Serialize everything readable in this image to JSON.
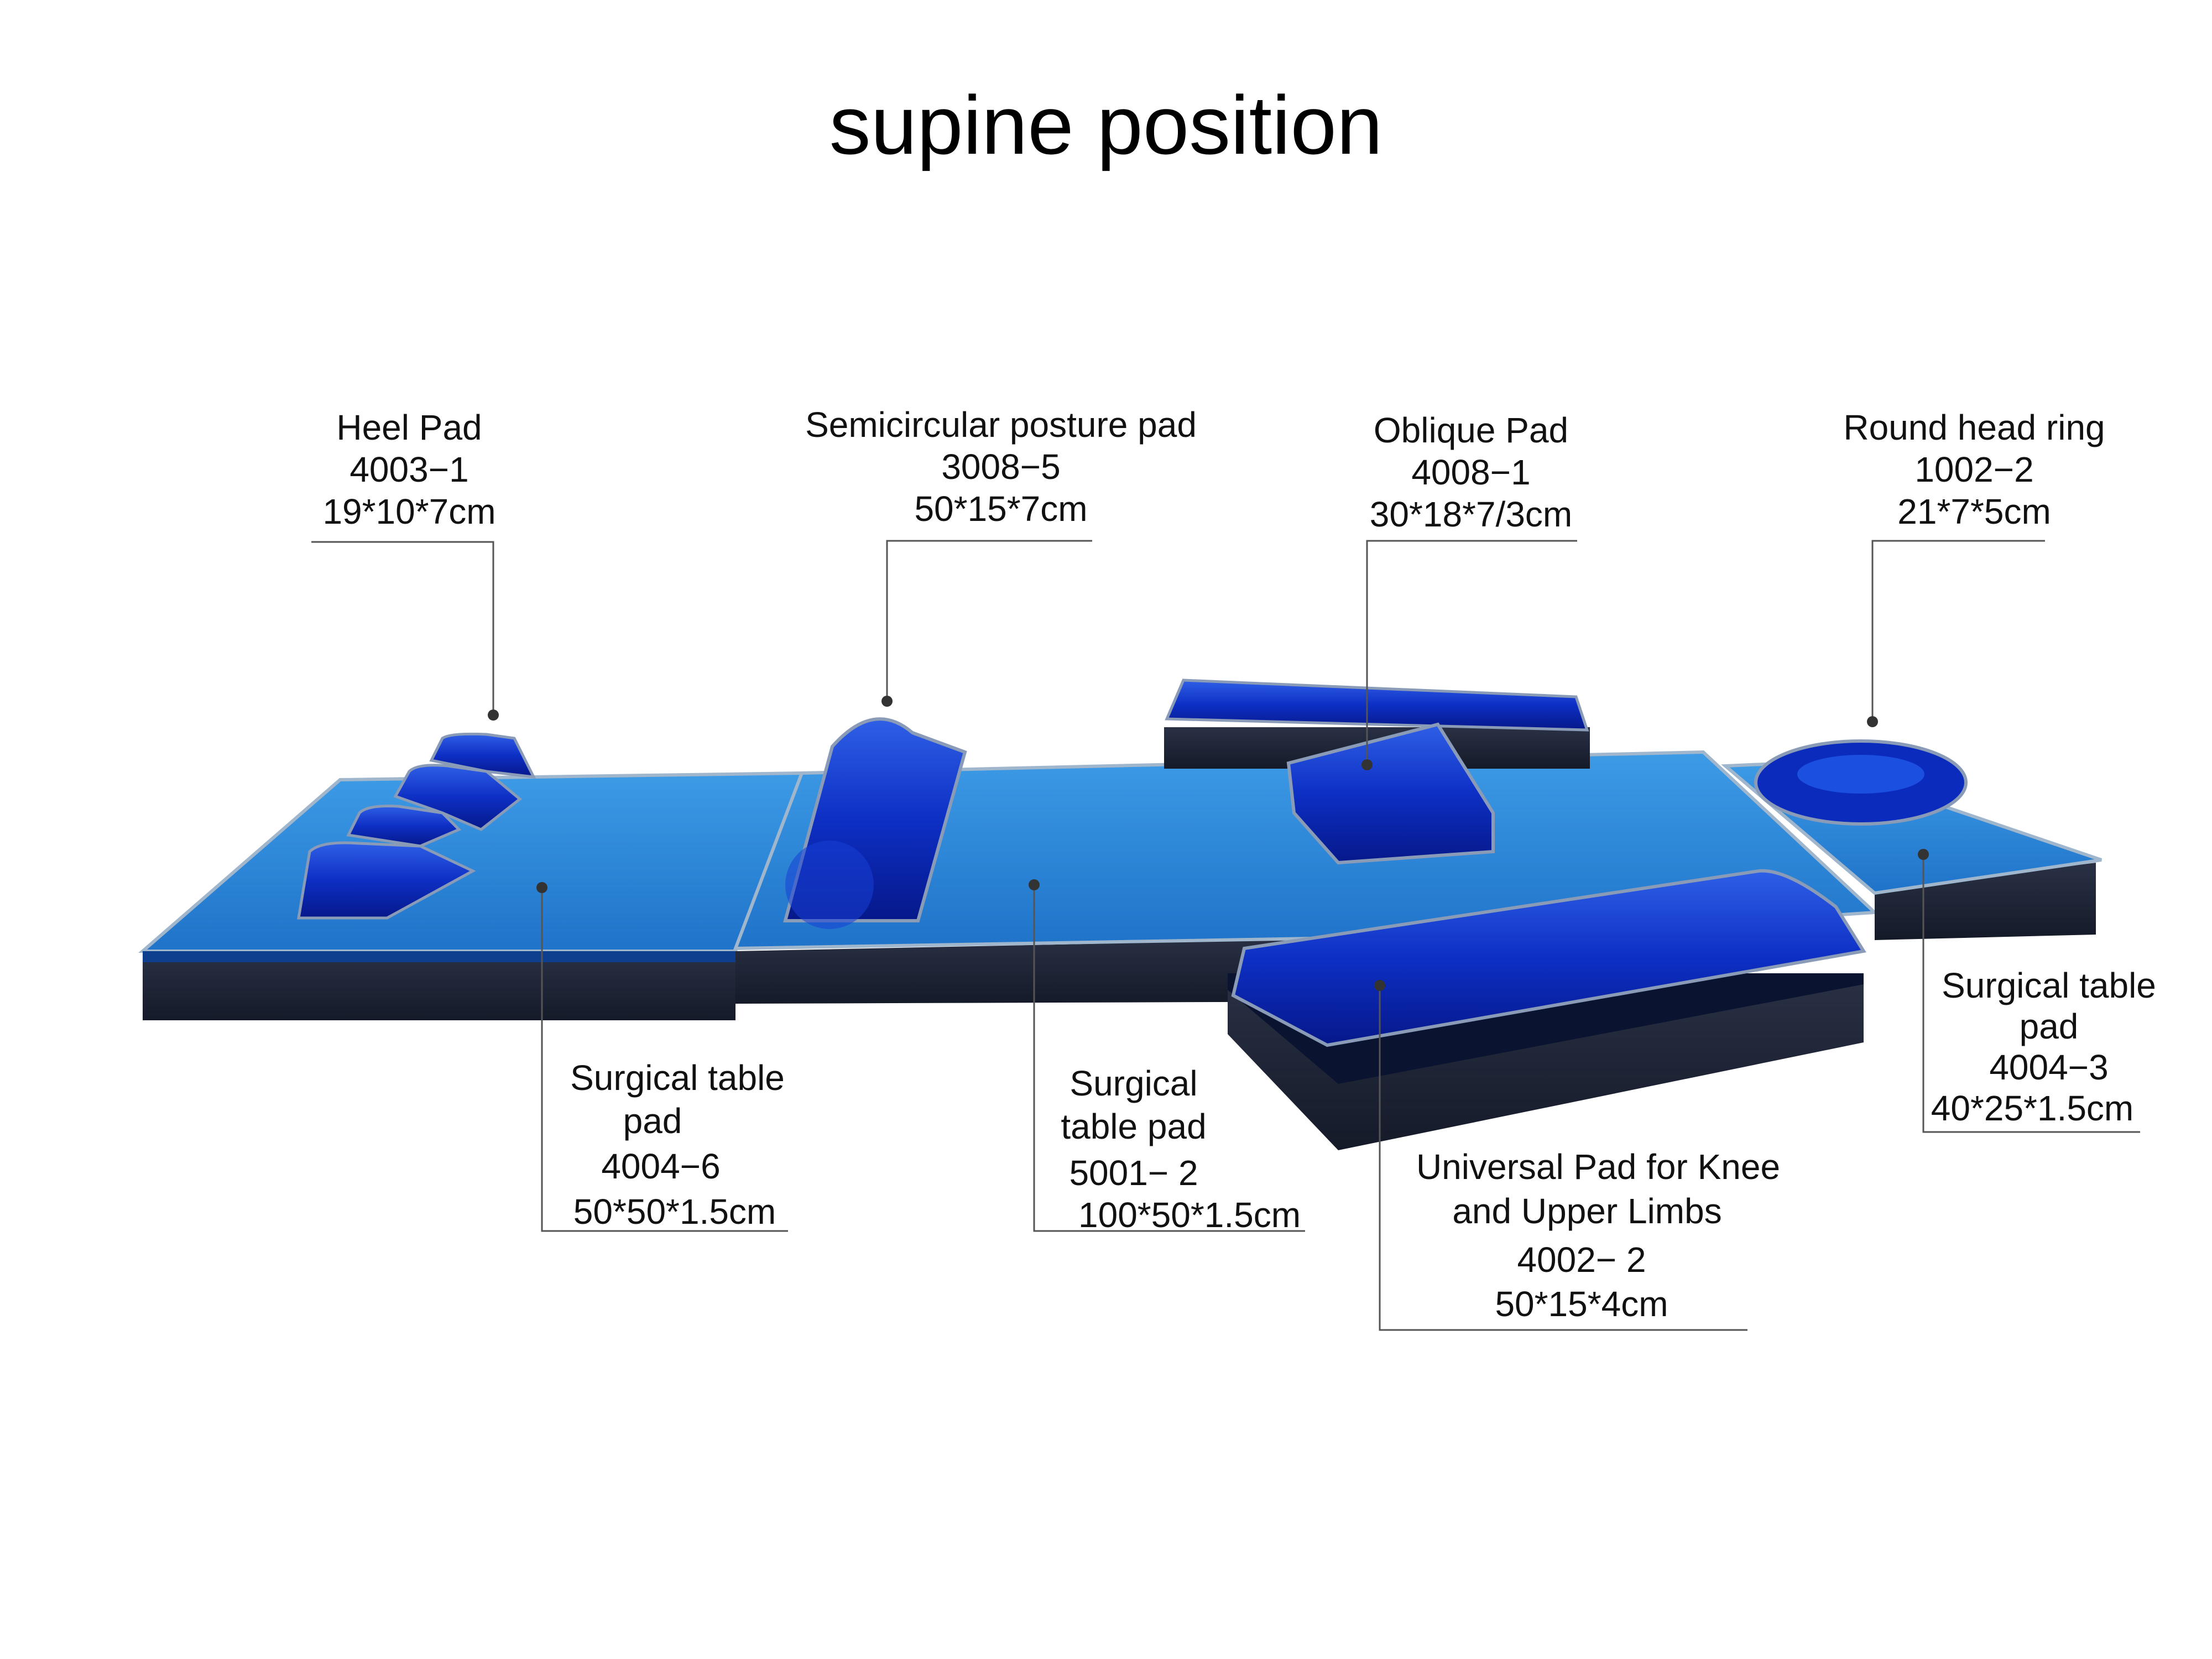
{
  "title": "supine position",
  "colors": {
    "gel_light": "#2f8ad8",
    "gel_dark": "#0a27b8",
    "foam_base": "#1f2536",
    "leader_line": "#555555"
  },
  "callouts": [
    {
      "id": "heel-pad",
      "name": "Heel Pad",
      "code": "4003−1",
      "size": "19*10*7cm"
    },
    {
      "id": "semicircular-posture-pad",
      "name": "Semicircular posture pad",
      "code": "3008−5",
      "size": "50*15*7cm"
    },
    {
      "id": "oblique-pad",
      "name": "Oblique Pad",
      "code": "4008−1",
      "size": "30*18*7/3cm"
    },
    {
      "id": "round-head-ring",
      "name": "Round head ring",
      "code": "1002−2",
      "size": "21*7*5cm"
    },
    {
      "id": "surgical-table-pad-4004-6",
      "name_line1": "Surgical table",
      "name_line2": "pad",
      "code": "4004−6",
      "size": "50*50*1.5cm"
    },
    {
      "id": "surgical-table-pad-5001-2",
      "name_line1": "Surgical",
      "name_line2": "table pad",
      "code": "5001− 2",
      "size": "100*50*1.5cm"
    },
    {
      "id": "universal-pad",
      "name_line1": "Universal Pad for Knee",
      "name_line2": "and Upper Limbs",
      "code": "4002− 2",
      "size": "50*15*4cm"
    },
    {
      "id": "surgical-table-pad-4004-3",
      "name_line1": "Surgical table",
      "name_line2": "pad",
      "code": "4004−3",
      "size": "40*25*1.5cm"
    }
  ]
}
